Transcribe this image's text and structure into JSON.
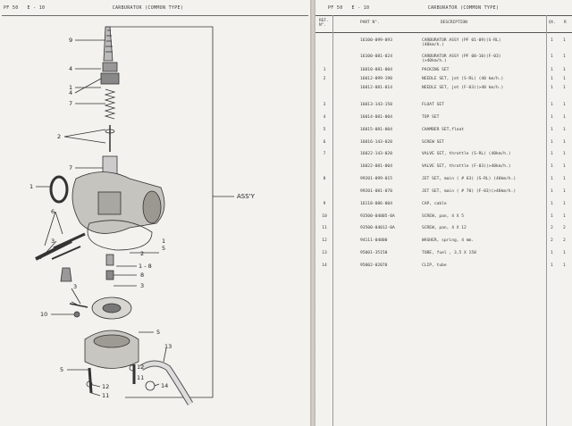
{
  "left_header": {
    "model": "PF 50",
    "page": "E - 10",
    "title": "CARBURATOR (COMMON TYPE)"
  },
  "right_header": {
    "model": "PF 50",
    "page": "E - 10",
    "title": "CARBURATOR (COMMON TYPE)"
  },
  "diagram": {
    "assy_label": "ASS'Y",
    "callouts": [
      "9",
      "4",
      "1",
      "4",
      "7",
      "2",
      "7",
      "1",
      "6",
      "3",
      "1",
      "5",
      "2",
      "1 - 8",
      "8",
      "3",
      "3",
      "10",
      "5",
      "13",
      "5",
      "12",
      "11",
      "12",
      "11",
      "14"
    ]
  },
  "table": {
    "headers": {
      "ref": "REF.\nN°.",
      "part": "PART N°.",
      "desc": "DESCRIPTION",
      "qt": "Qt.",
      "r": "R"
    },
    "rows": [
      {
        "ref": "",
        "part": "16100-099-093",
        "desc": "CARBURATOR ASSY (PF 01-09)(S-RL)\n(40km/h.)",
        "qt": "1",
        "r": "1"
      },
      {
        "ref": "",
        "part": "16100-081-024",
        "desc": "CARBURATOR ASSY (PF 00-10)(F-03)\n(>40km/h.)",
        "qt": "1",
        "r": "1"
      },
      {
        "ref": "1",
        "part": "16010-081-004",
        "desc": "PACKING SET",
        "qt": "1",
        "r": "1"
      },
      {
        "ref": "2",
        "part": "16012-099-190",
        "desc": "NEEDLE SET, jet (S-RL) (40 km/h.)",
        "qt": "1",
        "r": "1"
      },
      {
        "ref": "",
        "part": "16012-081-014",
        "desc": "NEEDLE SET, jet (F-03)(>40 km/h.)",
        "qt": "1",
        "r": "1"
      },
      {
        "ref": "3",
        "part": "16013-143-150",
        "desc": "FLOAT SET",
        "qt": "1",
        "r": "1"
      },
      {
        "ref": "4",
        "part": "16014-081-004",
        "desc": "TOP SET",
        "qt": "1",
        "r": "1"
      },
      {
        "ref": "5",
        "part": "16015-081-004",
        "desc": "CHAMBER SET,float",
        "qt": "1",
        "r": "1"
      },
      {
        "ref": "6",
        "part": "16016-143-020",
        "desc": "SCREW SET",
        "qt": "1",
        "r": "1"
      },
      {
        "ref": "7",
        "part": "16022-143-020",
        "desc": "VALVE SET, throttle (S-RL) (40km/h.)",
        "qt": "1",
        "r": "1"
      },
      {
        "ref": "",
        "part": "16022-081-004",
        "desc": "VALVE SET, throttle (F-03)(>40km/h.)",
        "qt": "1",
        "r": "1"
      },
      {
        "ref": "8",
        "part": "99201-099-015",
        "desc": "JET SET, main ( # 63) (S-RL) (40km/h.)",
        "qt": "1",
        "r": "1"
      },
      {
        "ref": "",
        "part": "99201-081-070",
        "desc": "JET SET, main ( # 70) (F-03)(>40km/h.)",
        "qt": "1",
        "r": "1"
      },
      {
        "ref": "9",
        "part": "16118-086-004",
        "desc": "CAP, cable",
        "qt": "1",
        "r": "1"
      },
      {
        "ref": "10",
        "part": "93500-04005-0A",
        "desc": "SCREW, pan, 4 X 5",
        "qt": "1",
        "r": "1"
      },
      {
        "ref": "11",
        "part": "93500-04012-0A",
        "desc": "SCREW, pan, 4 X 12",
        "qt": "2",
        "r": "2"
      },
      {
        "ref": "12",
        "part": "94111-04000",
        "desc": "WASHER, spring, 4 mm.",
        "qt": "2",
        "r": "2"
      },
      {
        "ref": "13",
        "part": "95001-35150",
        "desc": "TUBE, fuel , 3,5 X 150",
        "qt": "1",
        "r": "1"
      },
      {
        "ref": "14",
        "part": "95002-02070",
        "desc": "CLIP, tube",
        "qt": "1",
        "r": "1"
      }
    ]
  }
}
